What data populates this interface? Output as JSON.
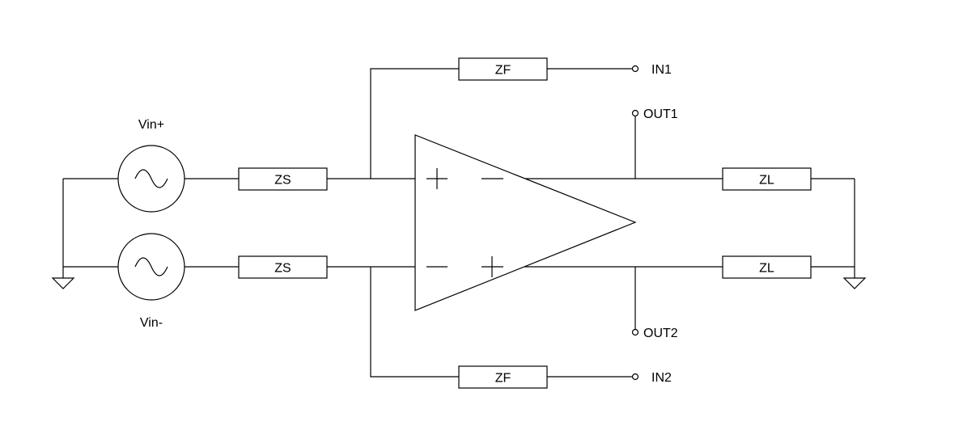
{
  "labels": {
    "zf_top": "ZF",
    "zf_bottom": "ZF",
    "zs_top": "ZS",
    "zs_bottom": "ZS",
    "zl_top": "ZL",
    "zl_bottom": "ZL",
    "in1": "IN1",
    "in2": "IN2",
    "out1": "OUT1",
    "out2": "OUT2",
    "vin_plus": "Vin+",
    "vin_minus": "Vin-"
  }
}
